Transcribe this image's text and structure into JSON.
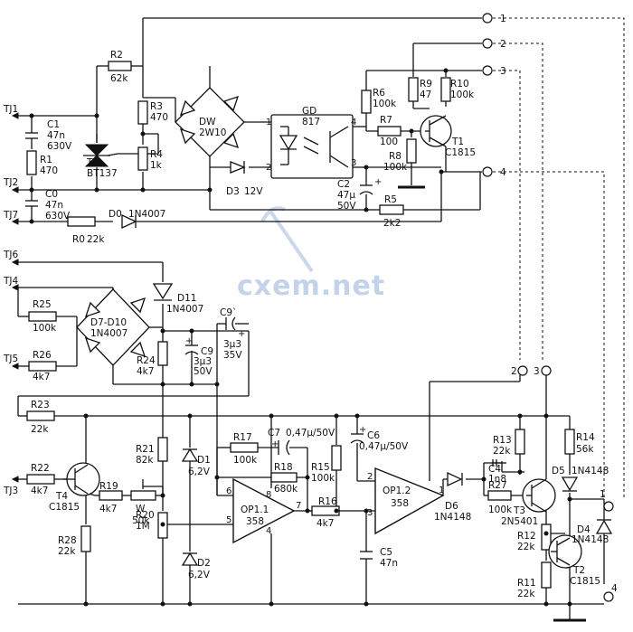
{
  "watermark": "cxem.net",
  "terminals": {
    "TJ1": "TJ1",
    "TJ2": "TJ2",
    "TJ7": "TJ7",
    "TJ6": "TJ6",
    "TJ4": "TJ4",
    "TJ5": "TJ5",
    "TJ3": "TJ3"
  },
  "connectors": {
    "c1": "1",
    "c2": "2",
    "c3": "3",
    "c4": "4",
    "m2": "2",
    "m3": "3",
    "b1": "1",
    "b4": "4"
  },
  "parts": {
    "R2": {
      "ref": "R2",
      "value": "62k"
    },
    "R3": {
      "ref": "R3",
      "value": "470"
    },
    "R4": {
      "ref": "R4",
      "value": "1k"
    },
    "C1": {
      "ref": "C1",
      "value": "47n",
      "rating": "630V"
    },
    "R1": {
      "ref": "R1",
      "value": "470"
    },
    "C0": {
      "ref": "C0",
      "value": "47n",
      "rating": "630V"
    },
    "T": {
      "ref": "T",
      "value": "BT137"
    },
    "R0": {
      "ref": "R0",
      "value": "22k"
    },
    "D0": {
      "ref": "D0",
      "value": "1N4007"
    },
    "DW": {
      "ref": "DW",
      "value": "2W10"
    },
    "D3": {
      "ref": "D3",
      "value": "12V"
    },
    "GD": {
      "ref": "GD",
      "value": "817"
    },
    "R6": {
      "ref": "R6",
      "value": "100k"
    },
    "R7": {
      "ref": "R7",
      "value": "100"
    },
    "R8": {
      "ref": "R8",
      "value": "100k"
    },
    "C2": {
      "ref": "C2",
      "value": "47μ",
      "rating": "50V"
    },
    "R5": {
      "ref": "R5",
      "value": "2k2"
    },
    "R9": {
      "ref": "R9",
      "value": "47"
    },
    "R10": {
      "ref": "R10",
      "value": "100k"
    },
    "T1": {
      "ref": "T1",
      "value": "C1815"
    },
    "D11": {
      "ref": "D11",
      "value": "1N4007"
    },
    "R25": {
      "ref": "R25",
      "value": "100k"
    },
    "R26": {
      "ref": "R26",
      "value": "4k7"
    },
    "D7D10": {
      "ref": "D7-D10",
      "value": "1N4007"
    },
    "R24": {
      "ref": "R24",
      "value": "4k7"
    },
    "C9": {
      "ref": "C9",
      "value": "3μ3",
      "rating": "50V"
    },
    "C9b": {
      "ref": "C9`",
      "value": "3μ3",
      "rating": "35V"
    },
    "R23": {
      "ref": "R23",
      "value": "22k"
    },
    "R22": {
      "ref": "R22",
      "value": "4k7"
    },
    "T4": {
      "ref": "T4",
      "value": "C1815"
    },
    "R19": {
      "ref": "R19",
      "value": "4k7"
    },
    "W": {
      "ref": "W",
      "value": "50k"
    },
    "R28": {
      "ref": "R28",
      "value": "22k"
    },
    "R21": {
      "ref": "R21",
      "value": "82k"
    },
    "R20": {
      "ref": "R20",
      "value": "1M"
    },
    "D1": {
      "ref": "D1",
      "value": "6,2V"
    },
    "D2": {
      "ref": "D2",
      "value": "6,2V"
    },
    "R17": {
      "ref": "R17",
      "value": "100k"
    },
    "C7": {
      "ref": "C7",
      "value": "0,47μ/50V"
    },
    "R18": {
      "ref": "R18",
      "value": "680k"
    },
    "R15": {
      "ref": "R15",
      "value": "100k"
    },
    "C6": {
      "ref": "C6",
      "value": "0,47μ/50V"
    },
    "OP11": {
      "ref": "OP1.1",
      "value": "358"
    },
    "OP12": {
      "ref": "OP1.2",
      "value": "358"
    },
    "R16": {
      "ref": "R16",
      "value": "4k7"
    },
    "C5": {
      "ref": "C5",
      "value": "47n"
    },
    "C4": {
      "ref": "C4",
      "value": "1n8"
    },
    "D6": {
      "ref": "D6",
      "value": "1N4148"
    },
    "R27": {
      "ref": "R27",
      "value": "100k"
    },
    "R13": {
      "ref": "R13",
      "value": "22k"
    },
    "T3": {
      "ref": "T3",
      "value": "2N5401"
    },
    "R14": {
      "ref": "R14",
      "value": "56k"
    },
    "D5": {
      "ref": "D5",
      "value": "1N4148"
    },
    "D4": {
      "ref": "D4",
      "value": "1N4148"
    },
    "R12": {
      "ref": "R12",
      "value": "22k"
    },
    "R11": {
      "ref": "R11",
      "value": "22k"
    },
    "T2": {
      "ref": "T2",
      "value": "C1815"
    }
  },
  "pins": {
    "gd1": "1",
    "gd2": "2",
    "gd3": "3",
    "gd4": "4",
    "op6": "6",
    "op5": "5",
    "op8": "8",
    "op7": "7",
    "op4": "4",
    "op2": "2",
    "op3": "3",
    "op1": "1",
    "plus": "+"
  }
}
